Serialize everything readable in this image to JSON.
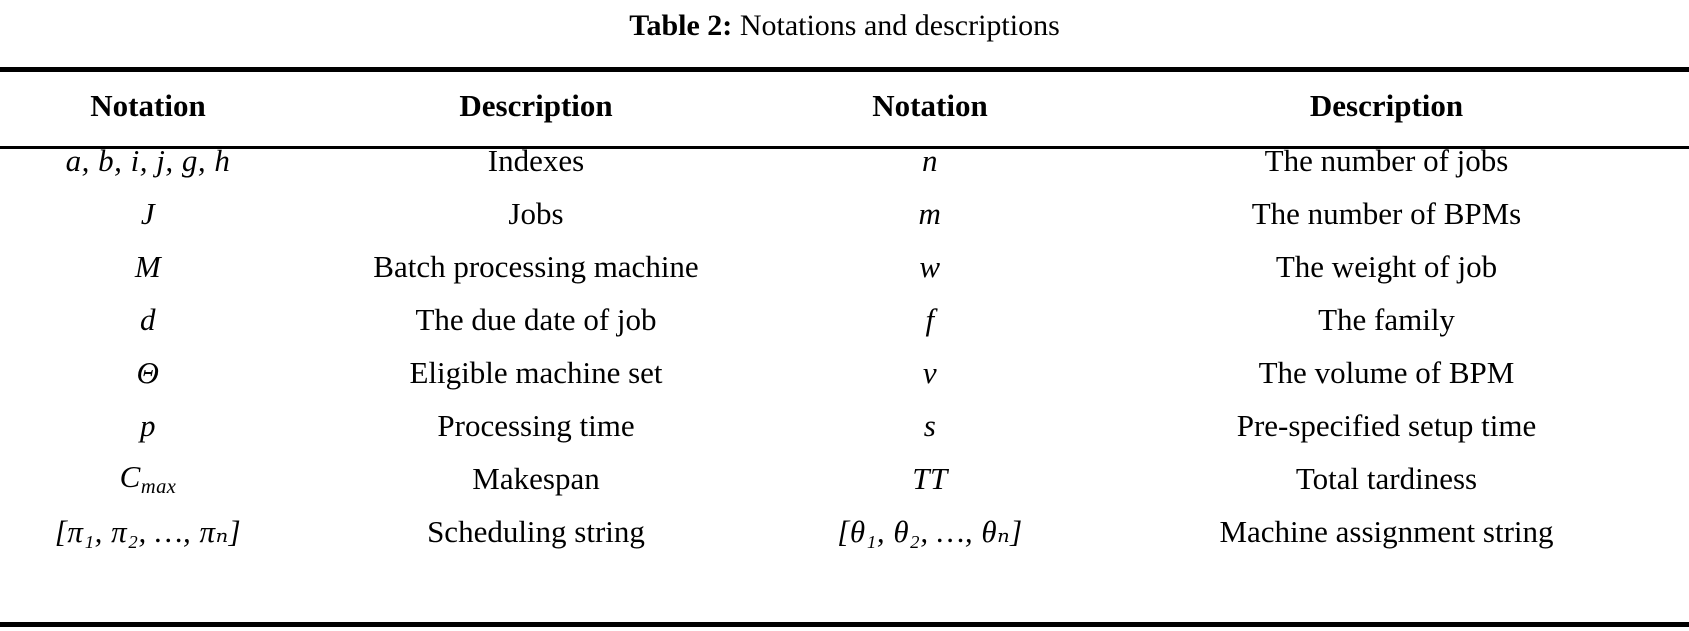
{
  "caption": {
    "label": "Table 2:",
    "text": "Notations and descriptions"
  },
  "table": {
    "headers": {
      "notation_left": "Notation",
      "description_left": "Description",
      "notation_right": "Notation",
      "description_right": "Description"
    },
    "rows": [
      {
        "notation_left": "a, b, i, j, g, h",
        "description_left": "Indexes",
        "notation_right": "n",
        "description_right": "The number of jobs"
      },
      {
        "notation_left": "J",
        "description_left": "Jobs",
        "notation_right": "m",
        "description_right": "The number of BPMs"
      },
      {
        "notation_left": "M",
        "description_left": "Batch processing machine",
        "notation_right": "w",
        "description_right": "The weight of job"
      },
      {
        "notation_left": "d",
        "description_left": "The due date of job",
        "notation_right": "f",
        "description_right": "The family"
      },
      {
        "notation_left": "Θ",
        "description_left": "Eligible machine set",
        "notation_right": "v",
        "description_right": "The volume of BPM"
      },
      {
        "notation_left": "p",
        "description_left": "Processing time",
        "notation_right": "s",
        "description_right": "Pre-specified setup time"
      },
      {
        "notation_left": "C_max",
        "notation_left_base": "C",
        "notation_left_sub": "max",
        "description_left": "Makespan",
        "notation_right": "TT",
        "description_right": "Total tardiness"
      },
      {
        "notation_left": "[π₁, π₂, …, πₙ]",
        "description_left": "Scheduling string",
        "notation_right": "[θ₁, θ₂, …, θₙ]",
        "description_right": "Machine assignment string"
      }
    ]
  },
  "colors": {
    "text": "#000000",
    "background": "#ffffff",
    "rule": "#000000"
  }
}
